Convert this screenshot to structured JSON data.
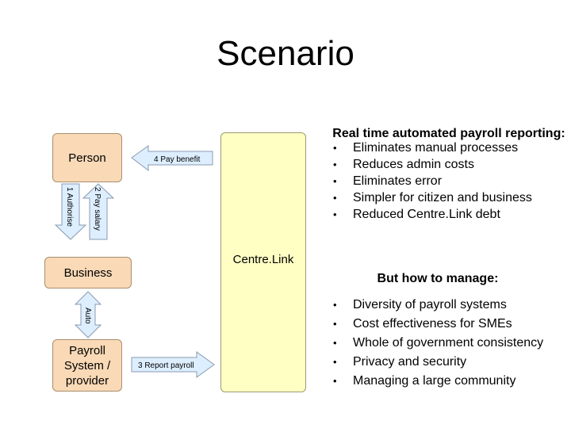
{
  "title": "Scenario",
  "nodes": {
    "person": "Person",
    "business": "Business",
    "payroll_system": [
      "Payroll",
      "System /",
      "provider"
    ],
    "centrelink": "Centre.Link"
  },
  "arrows": {
    "pay_benefit": "4 Pay benefit",
    "authorise": "1 Authorise",
    "pay_salary": "2 Pay salary",
    "auto": "Auto",
    "report_payroll": "3 Report payroll"
  },
  "panel": {
    "heading1": "Real time automated payroll reporting:",
    "benefits": [
      "Eliminates manual processes",
      "Reduces admin costs",
      "Eliminates error",
      "Simpler for citizen and business",
      "Reduced Centre.Link debt"
    ],
    "heading2": "But how to manage:",
    "challenges": [
      "Diversity of payroll systems",
      "Cost effectiveness for SMEs",
      "Whole of government consistency",
      "Privacy and security",
      "Managing a large community"
    ],
    "bullet_glyph": "•"
  },
  "colors": {
    "box_fill": "#f9d9b6",
    "centrelink_fill": "#ffffc4",
    "arrow_fill": "#ddeeff",
    "arrow_stroke": "#8a9bb0"
  }
}
